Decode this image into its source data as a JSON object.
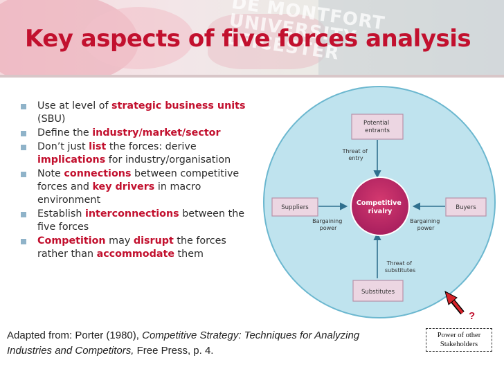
{
  "slide": {
    "watermark": [
      "DE MONTFORT",
      "UNIVERSITY",
      "LEICESTER"
    ],
    "title": "Key aspects of five forces analysis",
    "bullets": [
      [
        {
          "t": "Use at level of ",
          "h": false
        },
        {
          "t": "strategic business units",
          "h": true
        },
        {
          "t": " (SBU)",
          "h": false
        }
      ],
      [
        {
          "t": "Define the ",
          "h": false
        },
        {
          "t": "industry/market/sector",
          "h": true
        }
      ],
      [
        {
          "t": "Don’t just ",
          "h": false
        },
        {
          "t": "list",
          "h": true
        },
        {
          "t": " the forces: derive ",
          "h": false
        },
        {
          "t": "implications",
          "h": true
        },
        {
          "t": " for industry/organisation",
          "h": false
        }
      ],
      [
        {
          "t": "Note ",
          "h": false
        },
        {
          "t": "connections",
          "h": true
        },
        {
          "t": " between competitive forces and ",
          "h": false
        },
        {
          "t": "key drivers",
          "h": true
        },
        {
          "t": " in macro environment",
          "h": false
        }
      ],
      [
        {
          "t": "Establish ",
          "h": false
        },
        {
          "t": "interconnections",
          "h": true
        },
        {
          "t": " between the five forces",
          "h": false
        }
      ],
      [
        {
          "t": "Competition",
          "h": true
        },
        {
          "t": " may ",
          "h": false
        },
        {
          "t": "disrupt",
          "h": true
        },
        {
          "t": " the forces rather than ",
          "h": false
        },
        {
          "t": "accommodate",
          "h": true
        },
        {
          "t": " them",
          "h": false
        }
      ]
    ],
    "source": {
      "part1": "Adapted from: Porter (1980), ",
      "book": "Competitive Strategy: Techniques for Analyzing Industries and Competitors,",
      "part2": " Free Press, p. 4."
    },
    "question_mark": "?",
    "stakeholders": [
      "Power of other",
      "Stakeholders"
    ]
  },
  "diagram": {
    "center": [
      "Competitive",
      "rivalry"
    ],
    "boxes": {
      "top": [
        "Potential",
        "entrants"
      ],
      "left": [
        "Suppliers"
      ],
      "right": [
        "Buyers"
      ],
      "bottom": [
        "Substitutes"
      ]
    },
    "arrow_labels": {
      "top": [
        "Threat of",
        "entry"
      ],
      "left": [
        "Bargaining",
        "power"
      ],
      "right": [
        "Bargaining",
        "power"
      ],
      "bottom": [
        "Threat of",
        "substitutes"
      ]
    },
    "colors": {
      "circle_fill": "#bfe3ee",
      "circle_stroke": "#6bb7cf",
      "box_fill": "#ecd6e2",
      "box_stroke": "#b891a8",
      "center_fill": "#c2327f",
      "arrow": "#2f6f8e",
      "accent": "#c2102e"
    }
  }
}
